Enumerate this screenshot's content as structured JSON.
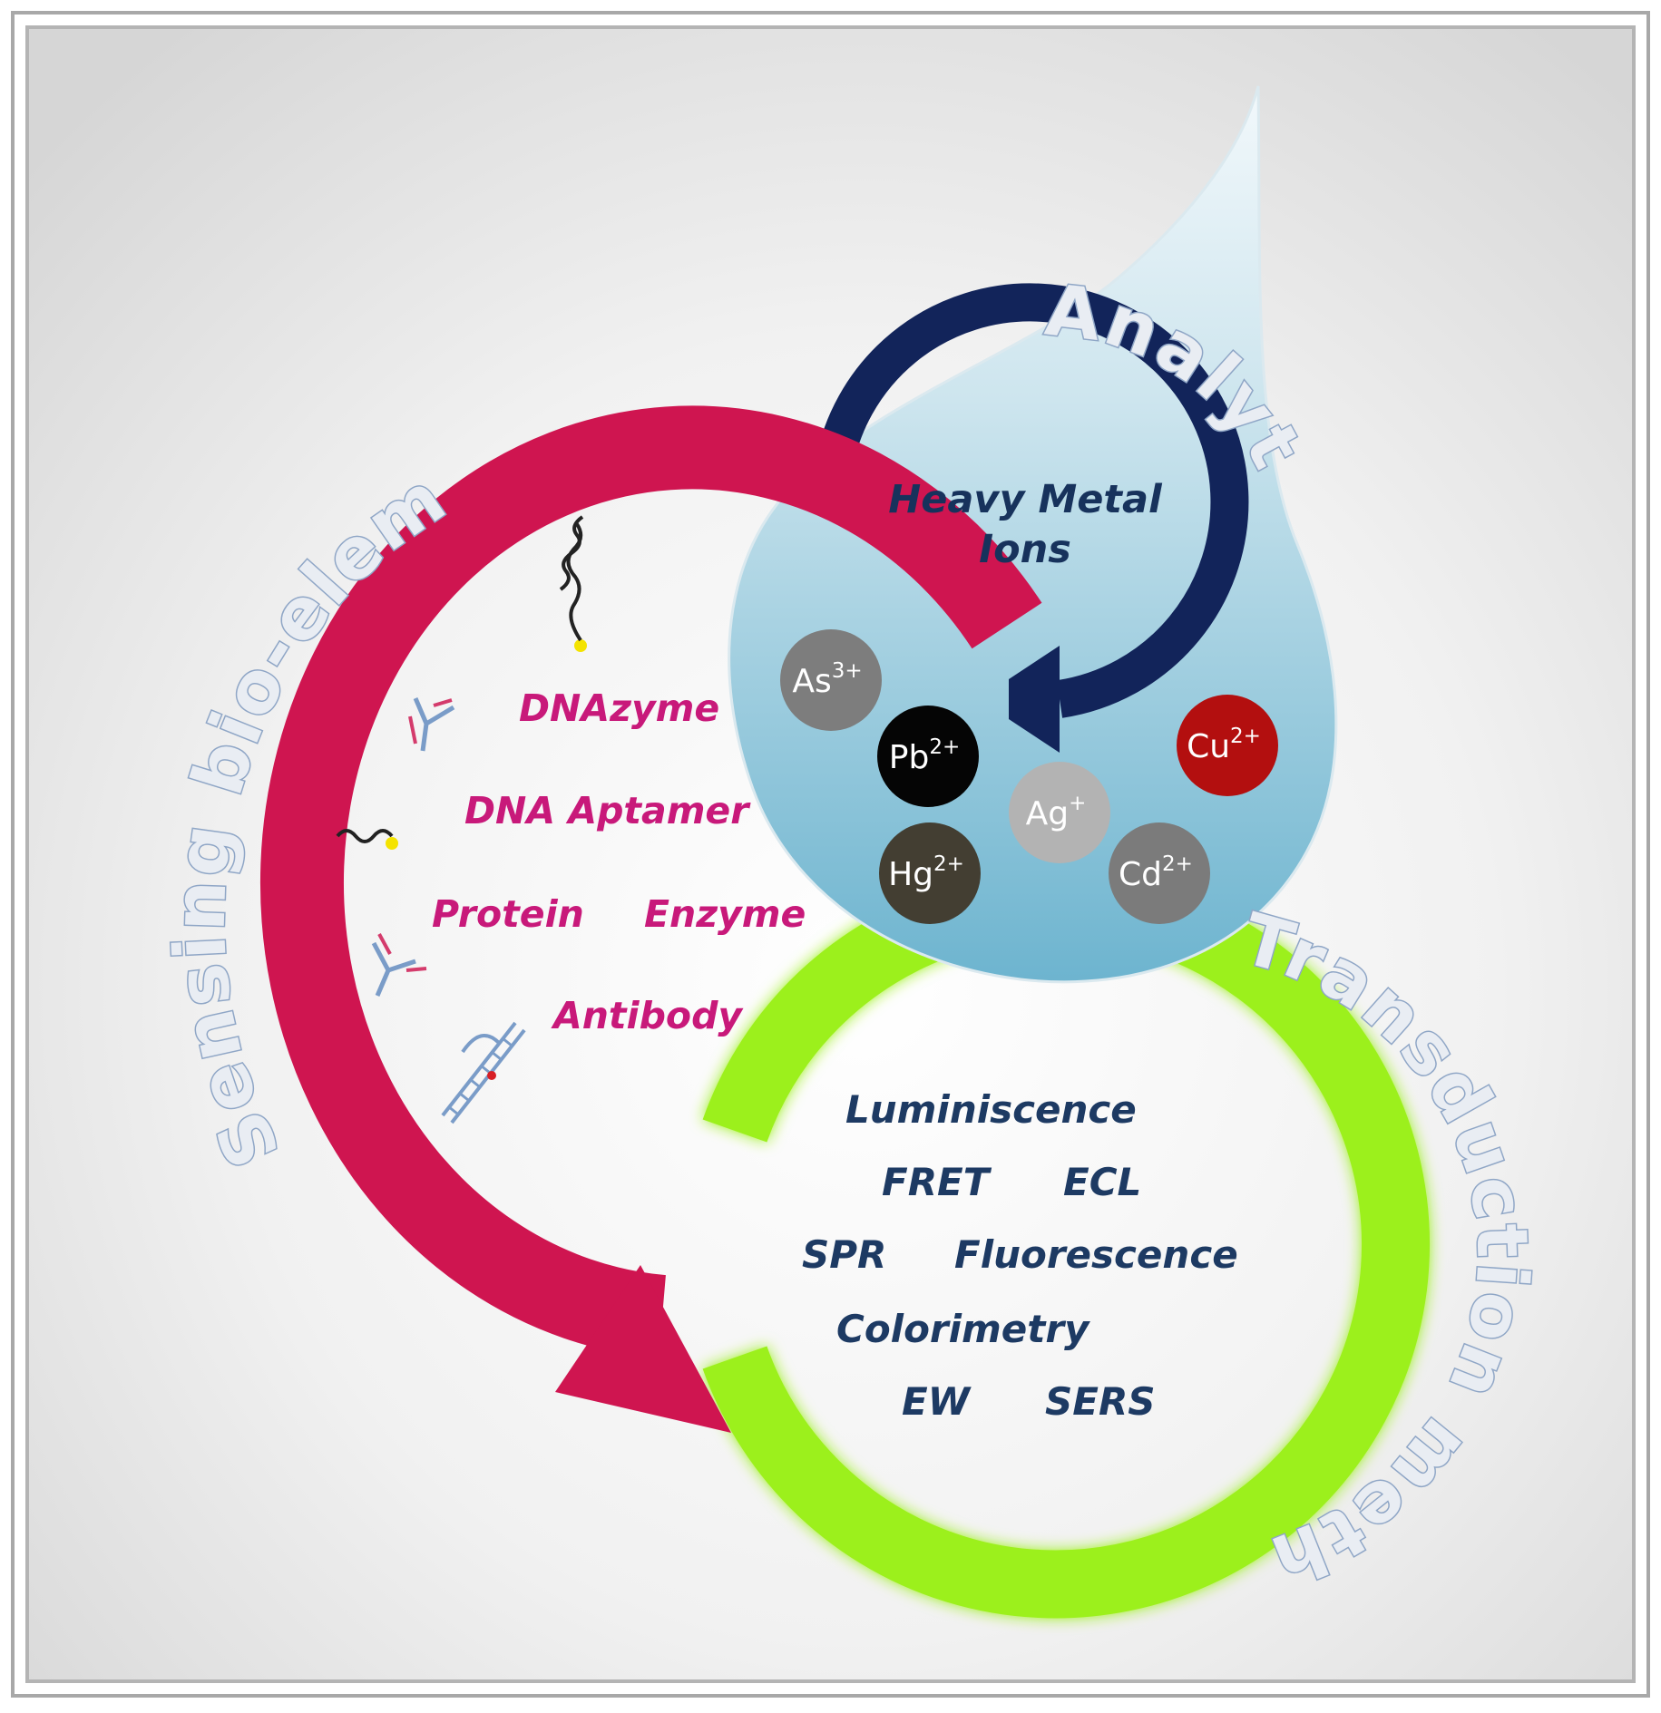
{
  "labels": {
    "analytes": "Analytes",
    "sensing": "Sensing bio-elements",
    "transduction": "Transduction methods",
    "heavy_metal_line1": "Heavy Metal",
    "heavy_metal_line2": "Ions"
  },
  "ions": [
    {
      "symbol": "As",
      "charge": "3+",
      "color": "#7d7d7d"
    },
    {
      "symbol": "Pb",
      "charge": "2+",
      "color": "#050505"
    },
    {
      "symbol": "Cu",
      "charge": "2+",
      "color": "#b30f0f"
    },
    {
      "symbol": "Ag",
      "charge": "+",
      "color": "#b3b3b3"
    },
    {
      "symbol": "Hg",
      "charge": "2+",
      "color": "#433e32"
    },
    {
      "symbol": "Cd",
      "charge": "2+",
      "color": "#7b7b7b"
    }
  ],
  "bio_elements": [
    "DNAzyme",
    "DNA Aptamer",
    "Protein",
    "Enzyme",
    "Antibody"
  ],
  "methods": [
    "Luminiscence",
    "FRET",
    "ECL",
    "SPR",
    "Fluorescence",
    "Colorimetry",
    "EW",
    "SERS"
  ],
  "colors": {
    "bio_arrow": "#cf1550",
    "analyte_arrow": "#12245a",
    "method_ring": "#9cf01a",
    "drop_top": "#eef6fa",
    "drop_bottom": "#6fb7d1",
    "frame": "#a8a8a8"
  }
}
